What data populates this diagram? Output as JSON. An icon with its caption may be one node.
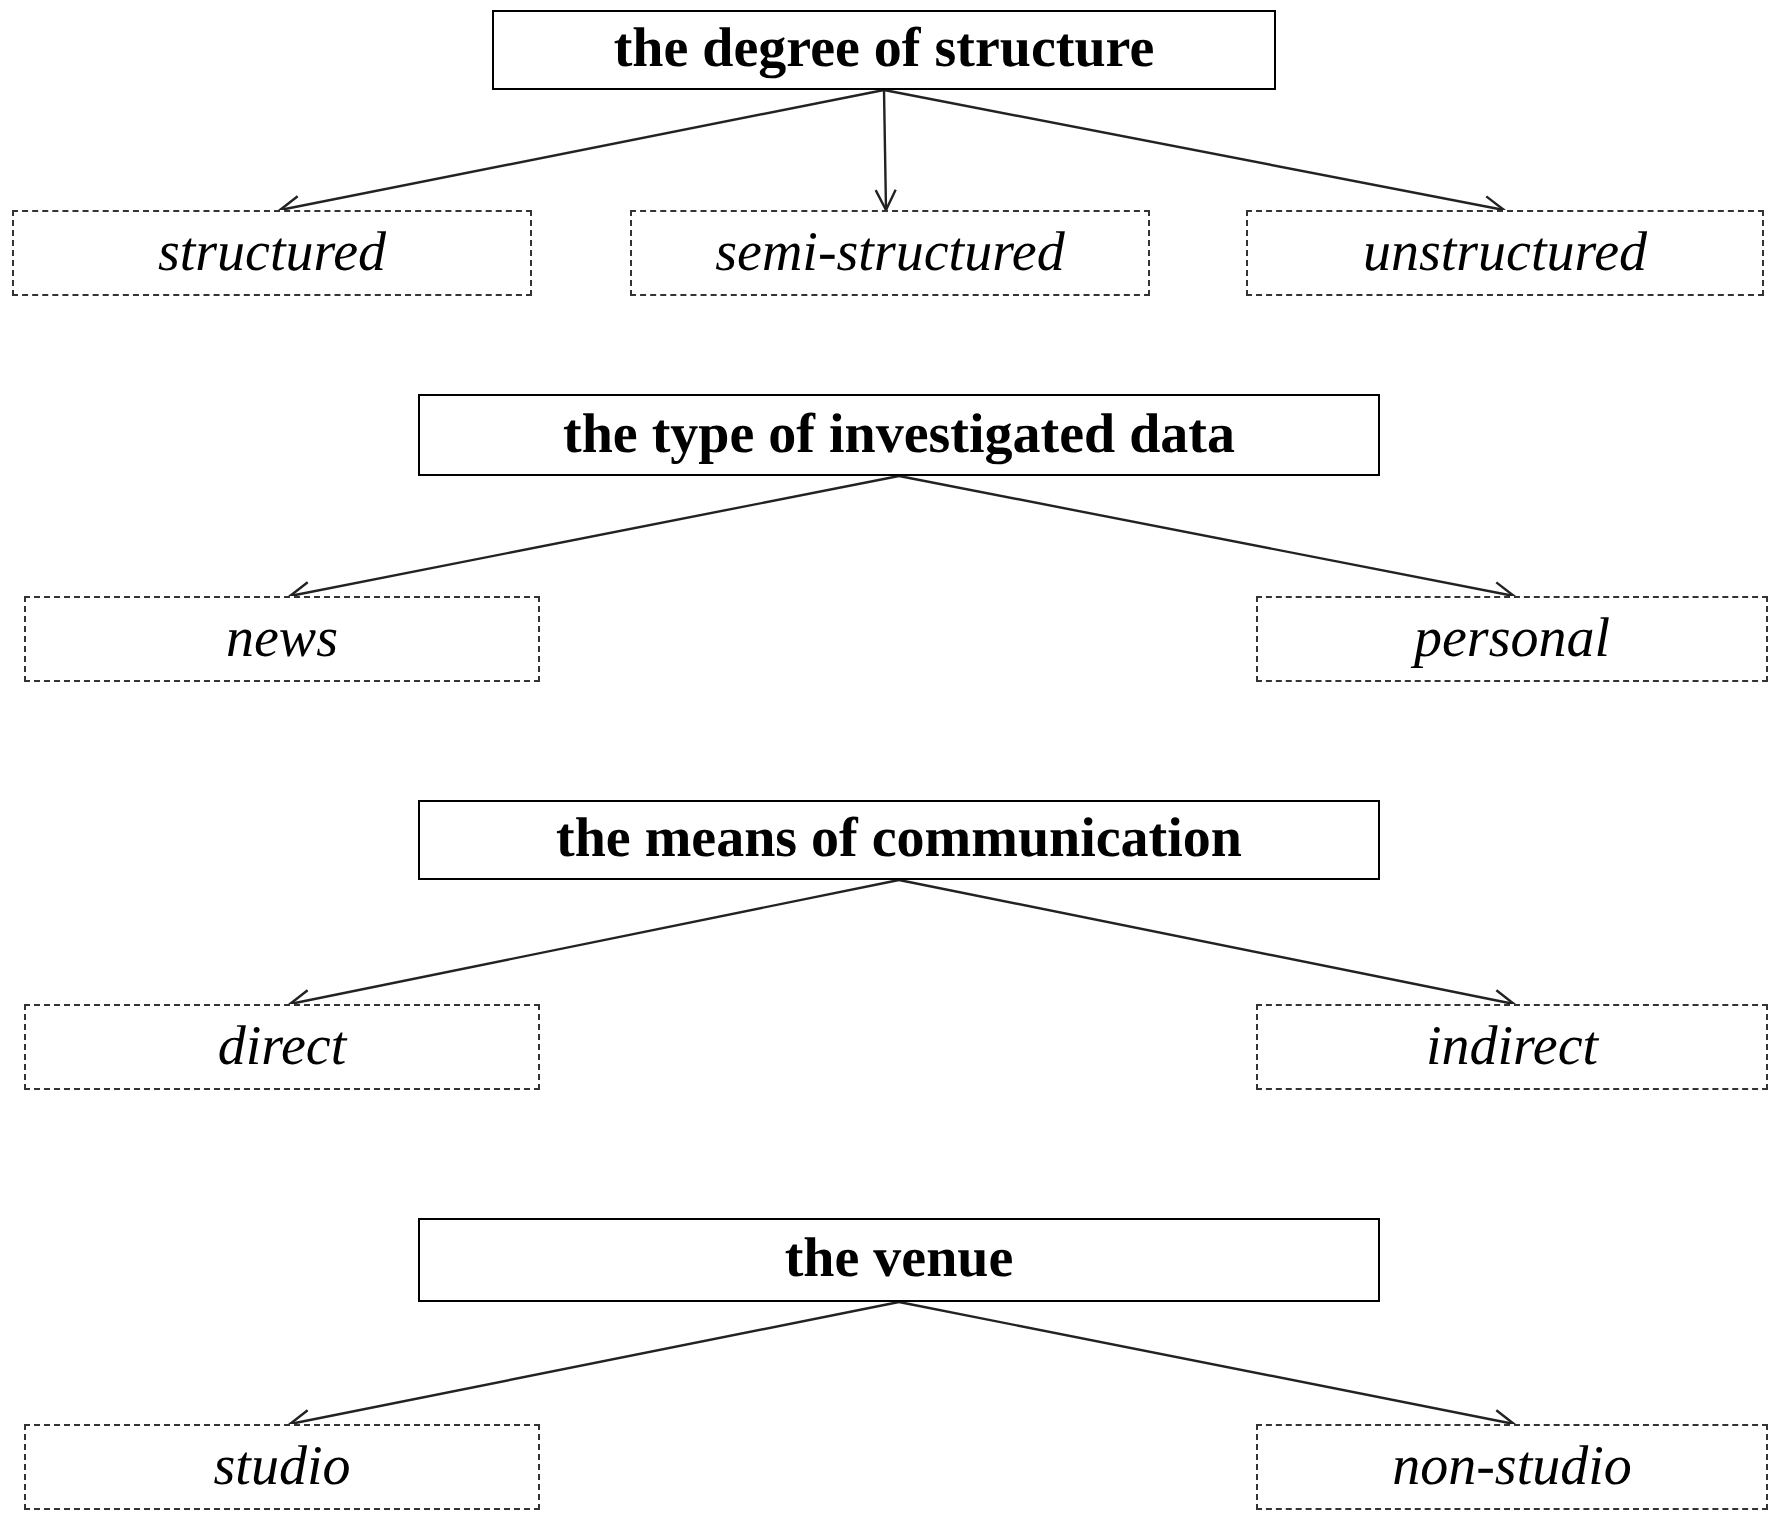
{
  "diagram": {
    "nodes": [
      {
        "text": [
          "the degree of structure"
        ]
      },
      {
        "text": [
          "structured"
        ]
      },
      {
        "text": [
          "semi-structured"
        ]
      },
      {
        "text": [
          "unstructured"
        ]
      },
      {
        "text": [
          "the type of investigated data"
        ]
      },
      {
        "text": [
          "news"
        ]
      },
      {
        "text": [
          "personal"
        ]
      },
      {
        "text": [
          "the means of communication"
        ]
      },
      {
        "text": [
          "direct"
        ]
      },
      {
        "text": [
          "indirect"
        ]
      },
      {
        "text": [
          "the venue"
        ]
      },
      {
        "text": [
          "studio"
        ]
      },
      {
        "text": [
          "non-studio"
        ]
      }
    ],
    "edges": [
      {
        "from": 0,
        "to": 1,
        "arrow": "to"
      },
      {
        "from": 0,
        "to": 2,
        "arrow": "to"
      },
      {
        "from": 0,
        "to": 3,
        "arrow": "to"
      },
      {
        "from": 4,
        "to": 5,
        "arrow": "to"
      },
      {
        "from": 4,
        "to": 6,
        "arrow": "to"
      },
      {
        "from": 7,
        "to": 8,
        "arrow": "to"
      },
      {
        "from": 7,
        "to": 9,
        "arrow": "to"
      },
      {
        "from": 10,
        "to": 11,
        "arrow": "to"
      },
      {
        "from": 10,
        "to": 12,
        "arrow": "to"
      }
    ]
  }
}
